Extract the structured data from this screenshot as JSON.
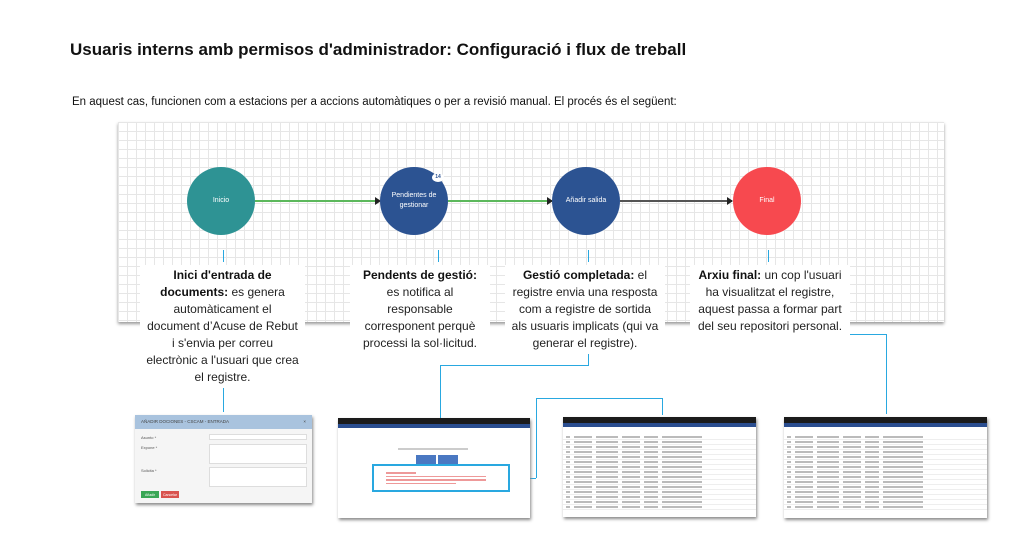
{
  "title": "Usuaris interns amb permisos d'administrador: Configuració i flux de treball",
  "intro": "En aquest cas, funcionen com a estacions per a accions automàtiques o per a revisió manual. El procés és el següent:",
  "nodes": [
    {
      "label": "Inicio",
      "color": "#2e9394"
    },
    {
      "label": "Pendientes de gestionar",
      "color": "#2c5392",
      "badge": "14"
    },
    {
      "label": "Añadir salida",
      "color": "#2c5392"
    },
    {
      "label": "Final",
      "color": "#f7494f"
    }
  ],
  "steps": [
    {
      "bold": "Inici d'entrada de documents:",
      "text": " es genera automàticament el document d’Acuse de Rebut i s'envia per correu electrònic a l'usuari que crea el registre."
    },
    {
      "bold": "Pendents de gestió:",
      "text": " es notifica al responsable corresponent perquè processi la sol·licitud."
    },
    {
      "bold": "Gestió completada:",
      "text": " el registre envia una resposta com a registre de sortida als usuaris implicats (qui va generar el registre)."
    },
    {
      "bold": "Arxiu final:",
      "text": " un cop l'usuari ha visualitzat el registre, aquest passa a formar part del seu repositori personal."
    }
  ],
  "modal": {
    "title": "AÑADIR DOCIONES - CSCAM - ENTRADA",
    "close": "×",
    "fields": [
      "Asunto *",
      "Expone *",
      "Solicita *"
    ],
    "add": "Añadir",
    "cancel": "Cancelar"
  }
}
